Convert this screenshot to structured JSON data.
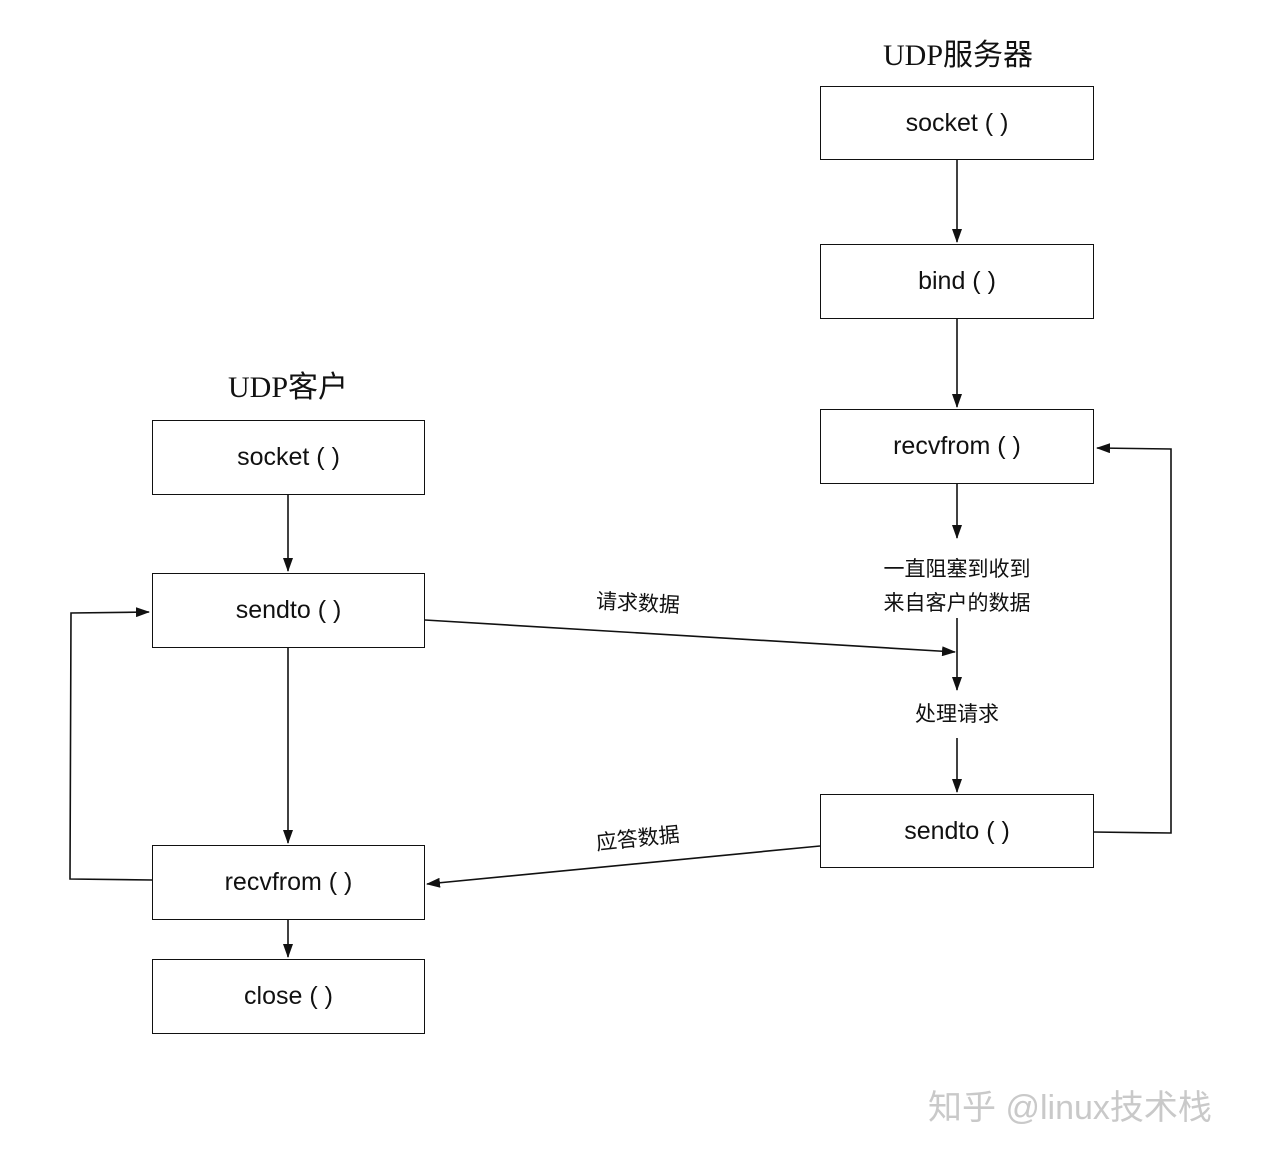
{
  "server": {
    "title": "UDP服务器",
    "socket": "socket ( )",
    "bind": "bind ( )",
    "recvfrom": "recvfrom ( )",
    "block_line1": "一直阻塞到收到",
    "block_line2": "来自客户的数据",
    "process": "处理请求",
    "sendto": "sendto ( )"
  },
  "client": {
    "title": "UDP客户",
    "socket": "socket ( )",
    "sendto": "sendto ( )",
    "recvfrom": "recvfrom ( )",
    "close": "close ( )"
  },
  "edges": {
    "request_label": "请求数据",
    "reply_label": "应答数据"
  },
  "watermark": "知乎 @linux技术栈"
}
